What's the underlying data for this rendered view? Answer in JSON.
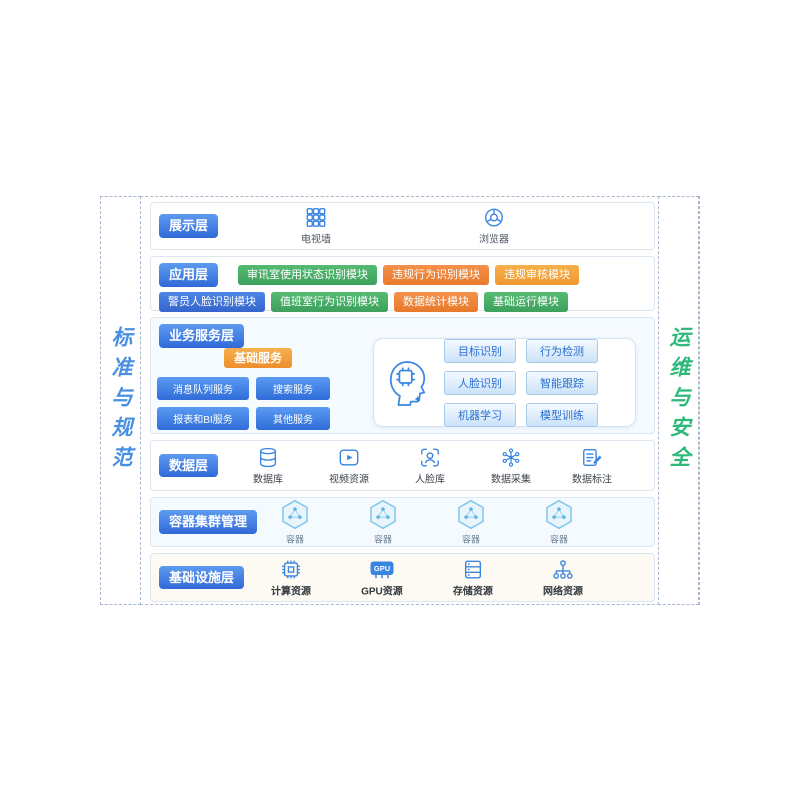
{
  "sides": {
    "left": {
      "label": "标准与规范",
      "color": "#4a90e2"
    },
    "right": {
      "label": "运维与安全",
      "color": "#2eb87a"
    }
  },
  "layers": {
    "presentation": {
      "label": "展示层",
      "items": [
        {
          "label": "电视墙",
          "icon": "tv-wall-icon"
        },
        {
          "label": "浏览器",
          "icon": "browser-icon"
        }
      ]
    },
    "application": {
      "label": "应用层",
      "row1": [
        {
          "label": "审讯室使用状态识别模块",
          "color": "green"
        },
        {
          "label": "违规行为识别模块",
          "color": "orange"
        },
        {
          "label": "违规审核模块",
          "color": "amber"
        }
      ],
      "row2": [
        {
          "label": "警员人脸识别模块",
          "color": "blue"
        },
        {
          "label": "值班室行为识别模块",
          "color": "green"
        },
        {
          "label": "数据统计模块",
          "color": "orange"
        },
        {
          "label": "基础运行模块",
          "color": "green"
        }
      ]
    },
    "business": {
      "label": "业务服务层",
      "basic": {
        "label": "基础服务",
        "services": [
          {
            "label": "消息队列服务"
          },
          {
            "label": "搜索服务"
          },
          {
            "label": "报表和BI服务"
          },
          {
            "label": "其他服务"
          }
        ]
      },
      "ai": {
        "capabilities": [
          {
            "label": "目标识别"
          },
          {
            "label": "行为检测"
          },
          {
            "label": "人脸识别"
          },
          {
            "label": "智能跟踪"
          },
          {
            "label": "机器学习"
          },
          {
            "label": "模型训练"
          }
        ]
      }
    },
    "data": {
      "label": "数据层",
      "items": [
        {
          "label": "数据库",
          "icon": "database-icon"
        },
        {
          "label": "视频资源",
          "icon": "video-icon"
        },
        {
          "label": "人脸库",
          "icon": "face-scan-icon"
        },
        {
          "label": "数据采集",
          "icon": "data-collect-icon"
        },
        {
          "label": "数据标注",
          "icon": "annotate-icon"
        }
      ]
    },
    "container": {
      "label": "容器集群管理",
      "items": [
        {
          "label": "容器"
        },
        {
          "label": "容器"
        },
        {
          "label": "容器"
        },
        {
          "label": "容器"
        }
      ]
    },
    "infrastructure": {
      "label": "基础设施层",
      "items": [
        {
          "label": "计算资源",
          "icon": "cpu-icon"
        },
        {
          "label": "GPU资源",
          "icon": "gpu-icon"
        },
        {
          "label": "存储资源",
          "icon": "storage-icon"
        },
        {
          "label": "网络资源",
          "icon": "network-icon"
        }
      ]
    }
  },
  "gpu_icon_text": "GPU",
  "colors": {
    "layer_tag_blue": "#3c7ce0",
    "module_green": "#49ae63",
    "module_orange": "#ef8737",
    "module_amber": "#f2a53c",
    "module_blue": "#3f74d8",
    "icon_blue": "#3a85e0",
    "basic_service_orange": "#ef8d2b"
  }
}
